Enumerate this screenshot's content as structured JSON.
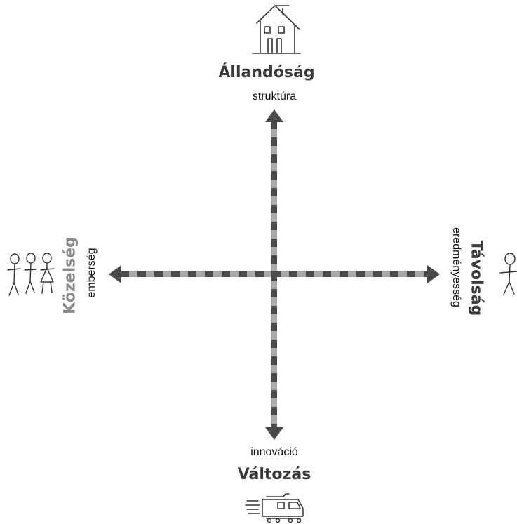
{
  "poles": {
    "top": {
      "title": "Állandóság",
      "subtitle": "struktúra",
      "icon": "house-icon"
    },
    "bottom": {
      "title": "Változás",
      "subtitle": "innováció",
      "icon": "train-icon"
    },
    "left": {
      "title": "Közelség",
      "subtitle": "emberség",
      "icon": "group-of-people-icon"
    },
    "right": {
      "title": "Távolság",
      "subtitle": "eredményesség",
      "icon": "single-person-icon"
    }
  },
  "colors": {
    "axis_dark": "#4a4a4a",
    "axis_light": "#a8a8a8",
    "title_dark": "#3a3a3a",
    "title_gray": "#8c8c8c",
    "sketch": "#333333"
  }
}
